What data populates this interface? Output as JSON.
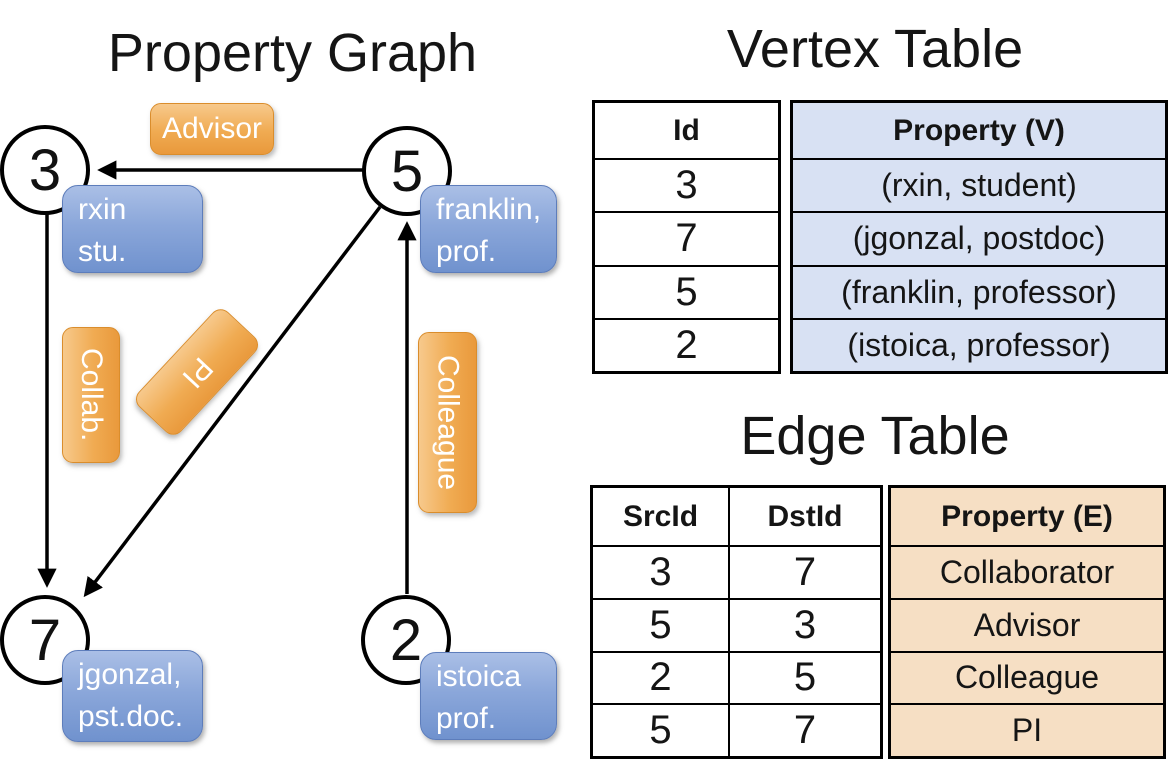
{
  "graph": {
    "title": "Property Graph",
    "nodes": [
      {
        "id": "3"
      },
      {
        "id": "5"
      },
      {
        "id": "7"
      },
      {
        "id": "2"
      }
    ],
    "vertex_labels": [
      {
        "node": "3",
        "lines": [
          "rxin",
          "stu."
        ]
      },
      {
        "node": "5",
        "lines": [
          "franklin,",
          "prof."
        ]
      },
      {
        "node": "7",
        "lines": [
          "jgonzal,",
          "pst.doc."
        ]
      },
      {
        "node": "2",
        "lines": [
          "istoica",
          "prof."
        ]
      }
    ],
    "edge_labels": [
      "Advisor",
      "Collab.",
      "PI",
      "Colleague"
    ],
    "edges": [
      {
        "src": "5",
        "dst": "3",
        "label": "Advisor"
      },
      {
        "src": "3",
        "dst": "7",
        "label": "Collab."
      },
      {
        "src": "5",
        "dst": "7",
        "label": "PI"
      },
      {
        "src": "2",
        "dst": "5",
        "label": "Colleague"
      }
    ]
  },
  "vertex_table": {
    "title": "Vertex Table",
    "id_header": "Id",
    "property_header": "Property (V)",
    "rows": [
      {
        "id": "3",
        "property": "(rxin, student)"
      },
      {
        "id": "7",
        "property": "(jgonzal, postdoc)"
      },
      {
        "id": "5",
        "property": "(franklin, professor)"
      },
      {
        "id": "2",
        "property": "(istoica, professor)"
      }
    ]
  },
  "edge_table": {
    "title": "Edge Table",
    "src_header": "SrcId",
    "dst_header": "DstId",
    "property_header": "Property (E)",
    "rows": [
      {
        "src": "3",
        "dst": "7",
        "property": "Collaborator"
      },
      {
        "src": "5",
        "dst": "3",
        "property": "Advisor"
      },
      {
        "src": "2",
        "dst": "5",
        "property": "Colleague"
      },
      {
        "src": "5",
        "dst": "7",
        "property": "PI"
      }
    ]
  },
  "colors": {
    "edge_label_orange": "#efa64c",
    "vertex_label_blue": "#7d9ad2",
    "vertex_table_property_bg": "#d8e1f3",
    "edge_table_property_bg": "#f6dfc4",
    "line_color": "#000000",
    "node_fill": "#ffffff"
  }
}
